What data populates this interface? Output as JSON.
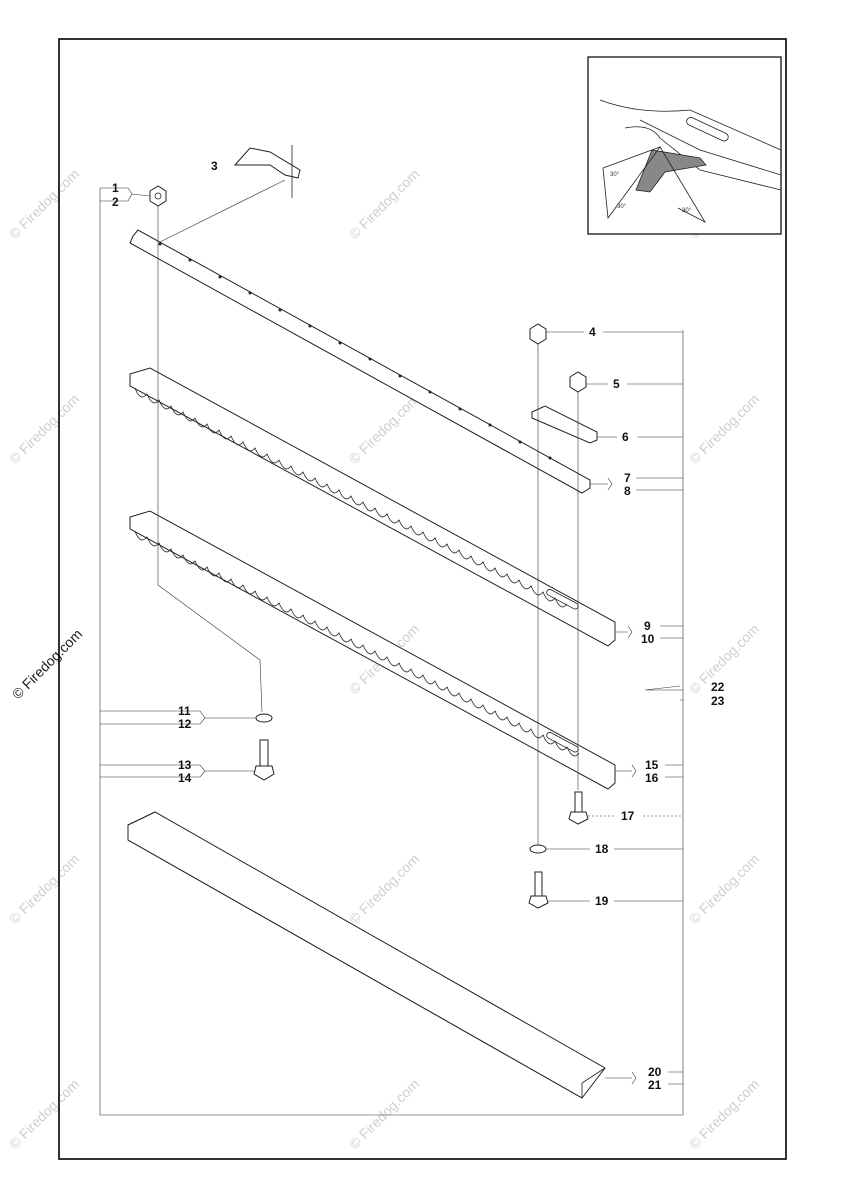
{
  "copyright": "© Firedog.com",
  "watermark": "© Firedog.com",
  "labels": {
    "p1": "1",
    "p2": "2",
    "p3": "3",
    "p4": "4",
    "p5": "5",
    "p6": "6",
    "p7": "7",
    "p8": "8",
    "p9": "9",
    "p10": "10",
    "p11": "11",
    "p12": "12",
    "p13": "13",
    "p14": "14",
    "p15": "15",
    "p16": "16",
    "p17": "17",
    "p18": "18",
    "p19": "19",
    "p20": "20",
    "p21": "21",
    "p22": "22",
    "p23": "23"
  }
}
